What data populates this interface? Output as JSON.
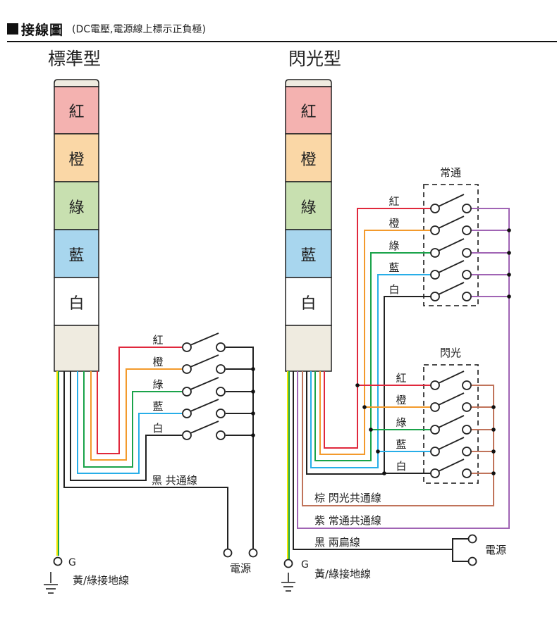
{
  "header": {
    "title": "接線圖",
    "subtitle": "(DC電壓,電源線上標示正負極)"
  },
  "colors": {
    "red": "#e0283c",
    "orange": "#f39a2c",
    "green": "#1aa34a",
    "blue": "#27aee8",
    "black": "#222222",
    "yellow": "#f2e500",
    "purple": "#a064b4",
    "brown": "#c0735a",
    "tier_red": "#f4b2b0",
    "tier_orange": "#fad7a6",
    "tier_green": "#c8e0b0",
    "tier_blue": "#a8d6ee",
    "tier_white": "#ffffff",
    "cap": "#efebe0"
  },
  "standard": {
    "title": "標準型",
    "tiers": [
      "紅",
      "橙",
      "綠",
      "藍",
      "白"
    ],
    "switch_labels": [
      "紅",
      "橙",
      "綠",
      "藍",
      "白"
    ],
    "common_label": "黑 共通線",
    "power_label": "電源",
    "ground_symbol": "G",
    "ground_label": "黃/綠接地線"
  },
  "flash": {
    "title": "閃光型",
    "tiers": [
      "紅",
      "橙",
      "綠",
      "藍",
      "白"
    ],
    "steady_group_label": "常通",
    "flash_group_label": "閃光",
    "steady_switch_labels": [
      "紅",
      "橙",
      "綠",
      "藍",
      "白"
    ],
    "flash_switch_labels": [
      "紅",
      "橙",
      "綠",
      "藍",
      "白"
    ],
    "brown_label": "棕 閃光共通線",
    "purple_label": "紫 常通共通線",
    "black_label": "黑 兩扁線",
    "power_label": "電源",
    "ground_symbol": "G",
    "ground_label": "黃/綠接地線"
  }
}
